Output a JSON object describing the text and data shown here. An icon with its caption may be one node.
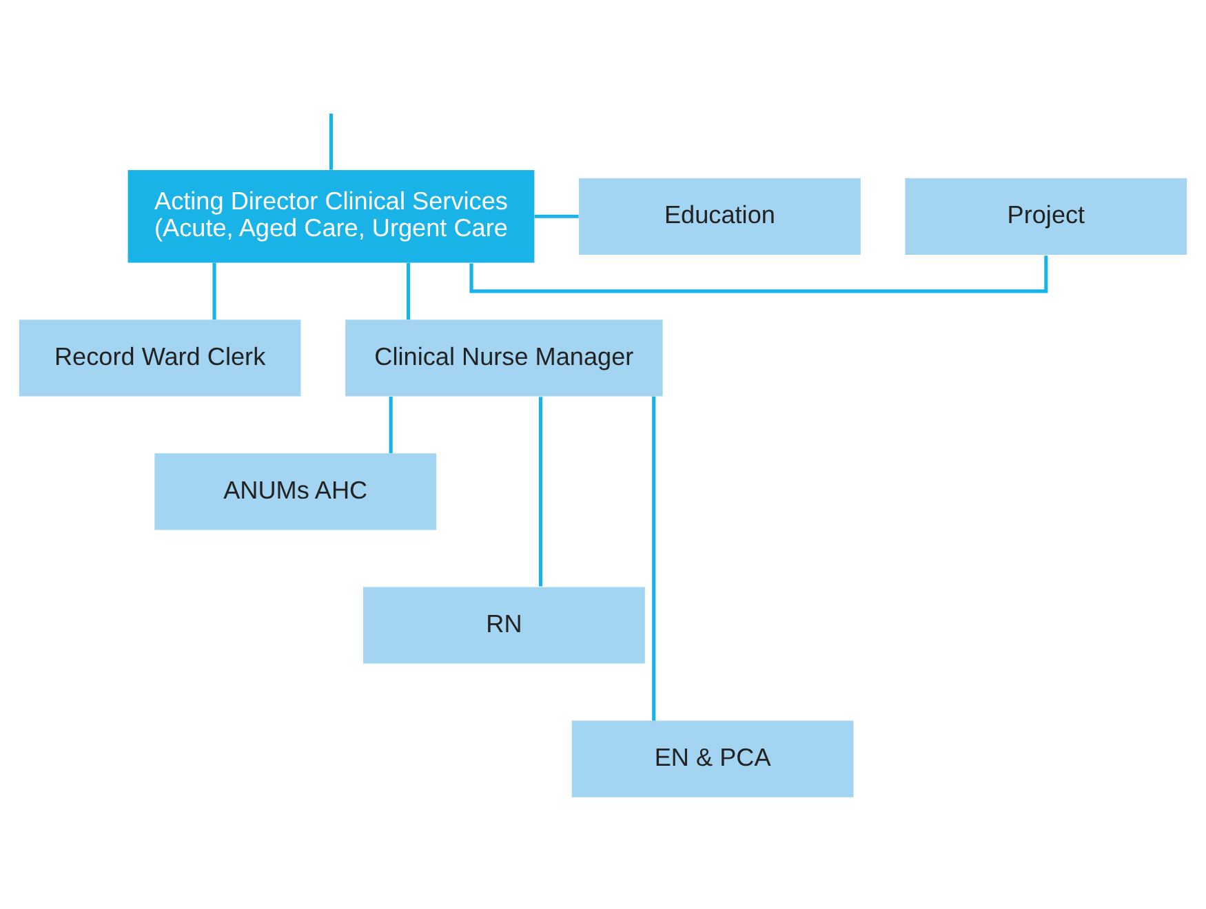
{
  "diagram": {
    "nodes": [
      {
        "text": [
          "Acting Director Clinical Services",
          "(Acute, Aged Care, Urgent Care"
        ]
      },
      {
        "text": [
          "Project"
        ]
      },
      {
        "text": [
          "Education"
        ]
      },
      {
        "text": [
          "Record Ward Clerk"
        ]
      },
      {
        "text": [
          "Clinical Nurse Manager"
        ]
      },
      {
        "text": [
          "ANUMs AHC"
        ]
      },
      {
        "text": [
          "RN"
        ]
      },
      {
        "text": [
          "EN & PCA"
        ]
      }
    ],
    "edges": [
      {
        "from": null,
        "to": 0,
        "arrow": "none"
      },
      {
        "from": 0,
        "to": 1,
        "arrow": "none"
      },
      {
        "from": 0,
        "to": 2,
        "arrow": "none"
      },
      {
        "from": 0,
        "to": 3,
        "arrow": "none"
      },
      {
        "from": 0,
        "to": 4,
        "arrow": "none"
      },
      {
        "from": 4,
        "to": 5,
        "arrow": "none"
      },
      {
        "from": 4,
        "to": 6,
        "arrow": "none"
      },
      {
        "from": 4,
        "to": 7,
        "arrow": "none"
      }
    ]
  }
}
